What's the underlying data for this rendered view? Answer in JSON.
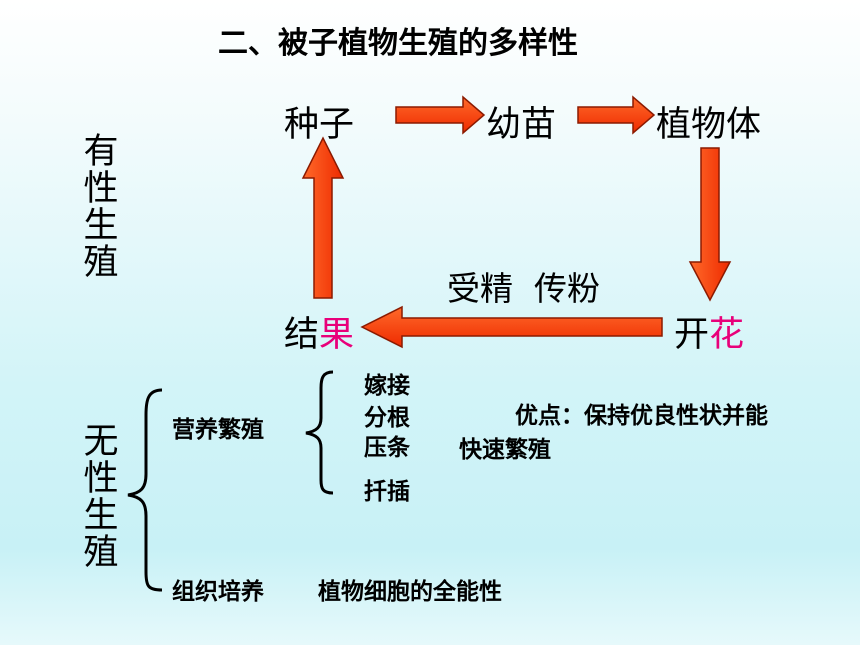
{
  "title": "二、被子植物生殖的多样性",
  "sexual": {
    "label": "有性生殖",
    "nodes": {
      "seed": "种子",
      "seedling": "幼苗",
      "plant": "植物体",
      "flower_prefix": "开",
      "flower_highlight": "花",
      "fruit_prefix": "结",
      "fruit_highlight": "果"
    },
    "process": "受精  传粉"
  },
  "asexual": {
    "label": "无性生殖",
    "vegetative": "营养繁殖",
    "methods": [
      "嫁接",
      "分根",
      "压条",
      "扦插"
    ],
    "advantage_line1": "优点：保持优良性状并能",
    "advantage_line2": "快速繁殖",
    "tissue_culture": "组织培养",
    "tissue_basis": "植物细胞的全能性"
  },
  "colors": {
    "arrow_fill": "#ff3300",
    "arrow_stroke": "#8b1a00",
    "highlight": "#e8007a"
  }
}
